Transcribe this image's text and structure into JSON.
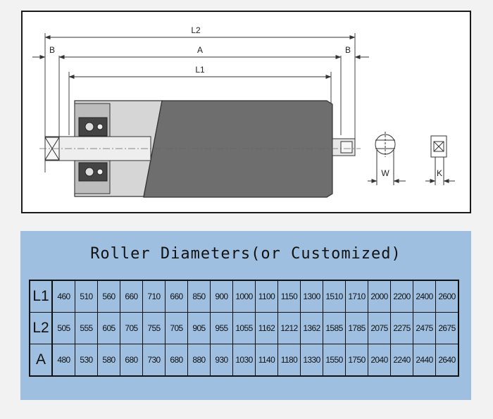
{
  "drawing": {
    "dimensions": {
      "l2": "L2",
      "b_left": "B",
      "a": "A",
      "b_right": "B",
      "l1": "L1",
      "w": "W",
      "k": "K"
    }
  },
  "table": {
    "title": "Roller Diameters(or Customized)",
    "rows": [
      {
        "label": "L1",
        "values": [
          "460",
          "510",
          "560",
          "660",
          "710",
          "660",
          "850",
          "900",
          "1000",
          "1100",
          "1150",
          "1300",
          "1510",
          "1710",
          "2000",
          "2200",
          "2400",
          "2600"
        ]
      },
      {
        "label": "L2",
        "values": [
          "505",
          "555",
          "605",
          "705",
          "755",
          "705",
          "905",
          "955",
          "1055",
          "1162",
          "1212",
          "1362",
          "1585",
          "1785",
          "2075",
          "2275",
          "2475",
          "2675"
        ]
      },
      {
        "label": "A",
        "values": [
          "480",
          "530",
          "580",
          "680",
          "730",
          "680",
          "880",
          "930",
          "1030",
          "1140",
          "1180",
          "1330",
          "1550",
          "1750",
          "2040",
          "2240",
          "2440",
          "2640"
        ]
      }
    ]
  }
}
